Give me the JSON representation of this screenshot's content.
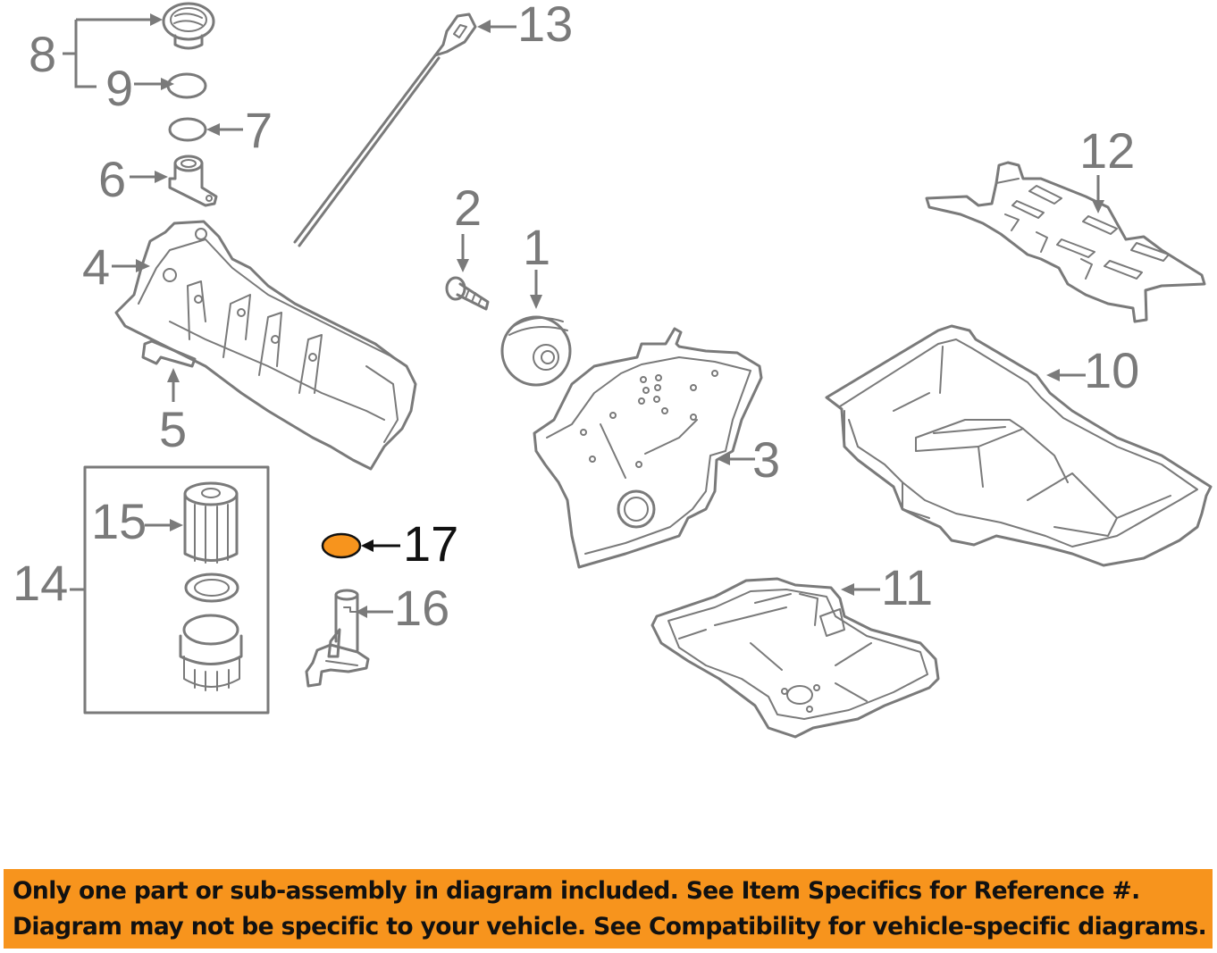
{
  "diagram": {
    "callouts": [
      "1",
      "2",
      "3",
      "4",
      "5",
      "6",
      "7",
      "8",
      "9",
      "10",
      "11",
      "12",
      "13",
      "14",
      "15",
      "16",
      "17"
    ],
    "highlighted_part": "17",
    "highlight_color": "#f7941d",
    "line_color": "#7a7a7a"
  },
  "banner": {
    "line1": "Only one part or sub-assembly in diagram included. See Item Specifics for Reference #.",
    "line2": "Diagram may not be specific to your vehicle. See Compatibility for vehicle-specific diagrams.",
    "background": "#f7941d"
  }
}
